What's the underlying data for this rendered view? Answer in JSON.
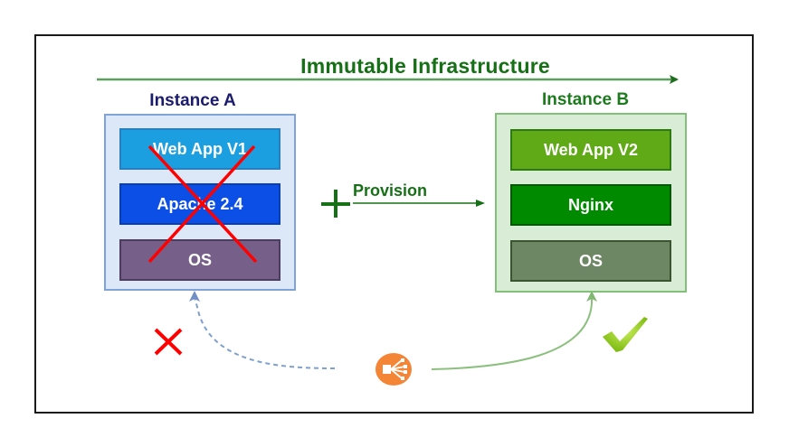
{
  "diagram": {
    "title": "Immutable Infrastructure",
    "colors": {
      "title_green": "#167016",
      "cross_red": "#ff0000",
      "check_green": "#8cc814",
      "load_balancer_orange": "#f58536",
      "dashed_link_blue": "#7f9fcf",
      "solid_link_green": "#82c07a"
    },
    "instance_a": {
      "label": "Instance A",
      "status": "destroyed",
      "layers": [
        {
          "label": "Web App V1"
        },
        {
          "label": "Apache 2.4"
        },
        {
          "label": "OS"
        }
      ]
    },
    "instance_b": {
      "label": "Instance B",
      "status": "active",
      "layers": [
        {
          "label": "Web App V2"
        },
        {
          "label": "Nginx"
        },
        {
          "label": "OS"
        }
      ]
    },
    "provision": {
      "label": "Provision",
      "icon": "plus-icon"
    },
    "load_balancer": {
      "icon": "load-balancer-icon"
    },
    "status_icons": {
      "old": "cross-icon",
      "new": "checkmark-icon"
    }
  }
}
